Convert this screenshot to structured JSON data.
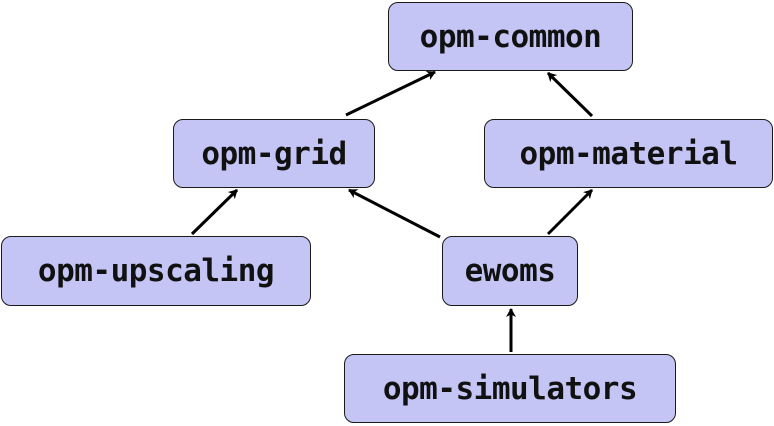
{
  "nodes": {
    "opm_common": "opm-common",
    "opm_grid": "opm-grid",
    "opm_material": "opm-material",
    "opm_upscaling": "opm-upscaling",
    "ewoms": "ewoms",
    "opm_simulators": "opm-simulators"
  },
  "edges": [
    {
      "from": "opm-grid",
      "to": "opm-common"
    },
    {
      "from": "opm-material",
      "to": "opm-common"
    },
    {
      "from": "opm-upscaling",
      "to": "opm-grid"
    },
    {
      "from": "ewoms",
      "to": "opm-grid"
    },
    {
      "from": "ewoms",
      "to": "opm-material"
    },
    {
      "from": "opm-simulators",
      "to": "ewoms"
    }
  ],
  "colors": {
    "node_fill": "#c5c5f5",
    "node_border": "#1a1a1a",
    "edge": "#000000"
  }
}
